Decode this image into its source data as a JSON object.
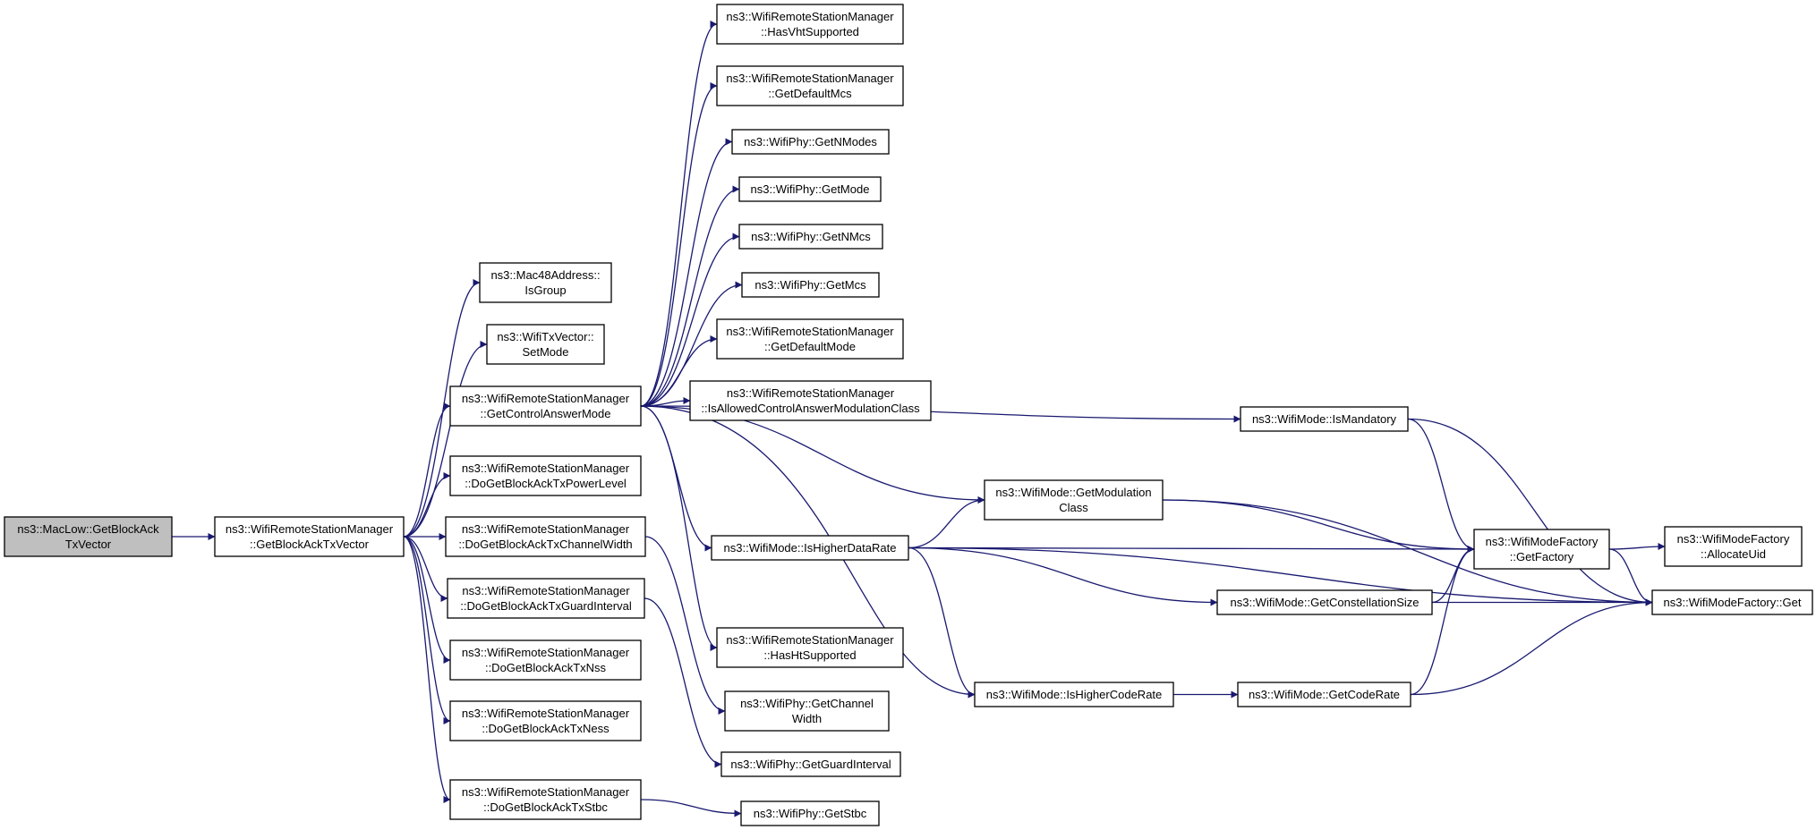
{
  "colors": {
    "edge": "#191970",
    "root_fill": "#bfbfbf",
    "node_fill": "#ffffff",
    "node_border": "#000000"
  },
  "nodes": [
    {
      "id": "root",
      "lines": [
        "ns3::MacLow::GetBlockAck",
        "TxVector"
      ]
    },
    {
      "id": "getbat",
      "lines": [
        "ns3::WifiRemoteStationManager",
        "::GetBlockAckTxVector"
      ]
    },
    {
      "id": "isgroup",
      "lines": [
        "ns3::Mac48Address::",
        "IsGroup"
      ]
    },
    {
      "id": "setmode",
      "lines": [
        "ns3::WifiTxVector::",
        "SetMode"
      ]
    },
    {
      "id": "gcam",
      "lines": [
        "ns3::WifiRemoteStationManager",
        "::GetControlAnswerMode"
      ]
    },
    {
      "id": "dgpl",
      "lines": [
        "ns3::WifiRemoteStationManager",
        "::DoGetBlockAckTxPowerLevel"
      ]
    },
    {
      "id": "dgcw",
      "lines": [
        "ns3::WifiRemoteStationManager",
        "::DoGetBlockAckTxChannelWidth"
      ]
    },
    {
      "id": "dggi",
      "lines": [
        "ns3::WifiRemoteStationManager",
        "::DoGetBlockAckTxGuardInterval"
      ]
    },
    {
      "id": "dgnss",
      "lines": [
        "ns3::WifiRemoteStationManager",
        "::DoGetBlockAckTxNss"
      ]
    },
    {
      "id": "dgness",
      "lines": [
        "ns3::WifiRemoteStationManager",
        "::DoGetBlockAckTxNess"
      ]
    },
    {
      "id": "dgstbc",
      "lines": [
        "ns3::WifiRemoteStationManager",
        "::DoGetBlockAckTxStbc"
      ]
    },
    {
      "id": "hasvht",
      "lines": [
        "ns3::WifiRemoteStationManager",
        "::HasVhtSupported"
      ]
    },
    {
      "id": "gdmcs",
      "lines": [
        "ns3::WifiRemoteStationManager",
        "::GetDefaultMcs"
      ]
    },
    {
      "id": "gnmodes",
      "lines": [
        "ns3::WifiPhy::GetNModes"
      ]
    },
    {
      "id": "gmode",
      "lines": [
        "ns3::WifiPhy::GetMode"
      ]
    },
    {
      "id": "gnmcs",
      "lines": [
        "ns3::WifiPhy::GetNMcs"
      ]
    },
    {
      "id": "gmcs",
      "lines": [
        "ns3::WifiPhy::GetMcs"
      ]
    },
    {
      "id": "gdmode",
      "lines": [
        "ns3::WifiRemoteStationManager",
        "::GetDefaultMode"
      ]
    },
    {
      "id": "iacamc",
      "lines": [
        "ns3::WifiRemoteStationManager",
        "::IsAllowedControlAnswerModulationClass"
      ]
    },
    {
      "id": "ihdr",
      "lines": [
        "ns3::WifiMode::IsHigherDataRate"
      ]
    },
    {
      "id": "hasht",
      "lines": [
        "ns3::WifiRemoteStationManager",
        "::HasHtSupported"
      ]
    },
    {
      "id": "gcw",
      "lines": [
        "ns3::WifiPhy::GetChannel",
        "Width"
      ]
    },
    {
      "id": "ggi",
      "lines": [
        "ns3::WifiPhy::GetGuardInterval"
      ]
    },
    {
      "id": "gstbc",
      "lines": [
        "ns3::WifiPhy::GetStbc"
      ]
    },
    {
      "id": "ismand",
      "lines": [
        "ns3::WifiMode::IsMandatory"
      ]
    },
    {
      "id": "gmodcl",
      "lines": [
        "ns3::WifiMode::GetModulation",
        "Class"
      ]
    },
    {
      "id": "gcsize",
      "lines": [
        "ns3::WifiMode::GetConstellationSize"
      ]
    },
    {
      "id": "ihcr",
      "lines": [
        "ns3::WifiMode::IsHigherCodeRate"
      ]
    },
    {
      "id": "gcr",
      "lines": [
        "ns3::WifiMode::GetCodeRate"
      ]
    },
    {
      "id": "gfact",
      "lines": [
        "ns3::WifiModeFactory",
        "::GetFactory"
      ]
    },
    {
      "id": "auid",
      "lines": [
        "ns3::WifiModeFactory",
        "::AllocateUid"
      ]
    },
    {
      "id": "get",
      "lines": [
        "ns3::WifiModeFactory::Get"
      ]
    }
  ],
  "edges": [
    [
      "root",
      "getbat"
    ],
    [
      "getbat",
      "isgroup"
    ],
    [
      "getbat",
      "setmode"
    ],
    [
      "getbat",
      "gcam"
    ],
    [
      "getbat",
      "dgpl"
    ],
    [
      "getbat",
      "dgcw"
    ],
    [
      "getbat",
      "dggi"
    ],
    [
      "getbat",
      "dgnss"
    ],
    [
      "getbat",
      "dgness"
    ],
    [
      "getbat",
      "dgstbc"
    ],
    [
      "gcam",
      "hasvht"
    ],
    [
      "gcam",
      "gdmcs"
    ],
    [
      "gcam",
      "gnmodes"
    ],
    [
      "gcam",
      "gmode"
    ],
    [
      "gcam",
      "gnmcs"
    ],
    [
      "gcam",
      "gmcs"
    ],
    [
      "gcam",
      "gdmode"
    ],
    [
      "gcam",
      "iacamc"
    ],
    [
      "gcam",
      "ismand"
    ],
    [
      "gcam",
      "gmodcl"
    ],
    [
      "gcam",
      "ihdr"
    ],
    [
      "gcam",
      "hasht"
    ],
    [
      "gcam",
      "ihcr"
    ],
    [
      "dgcw",
      "gcw"
    ],
    [
      "dggi",
      "ggi"
    ],
    [
      "dgstbc",
      "gstbc"
    ],
    [
      "ihdr",
      "gmodcl"
    ],
    [
      "ihdr",
      "gfact"
    ],
    [
      "ihdr",
      "gcsize"
    ],
    [
      "ihdr",
      "get"
    ],
    [
      "ihdr",
      "ihcr"
    ],
    [
      "ismand",
      "gfact"
    ],
    [
      "ismand",
      "get"
    ],
    [
      "gmodcl",
      "gfact"
    ],
    [
      "gmodcl",
      "get"
    ],
    [
      "gcsize",
      "gfact"
    ],
    [
      "gcsize",
      "get"
    ],
    [
      "ihcr",
      "gcr"
    ],
    [
      "gcr",
      "gfact"
    ],
    [
      "gcr",
      "get"
    ],
    [
      "gfact",
      "auid"
    ],
    [
      "gfact",
      "get"
    ]
  ]
}
